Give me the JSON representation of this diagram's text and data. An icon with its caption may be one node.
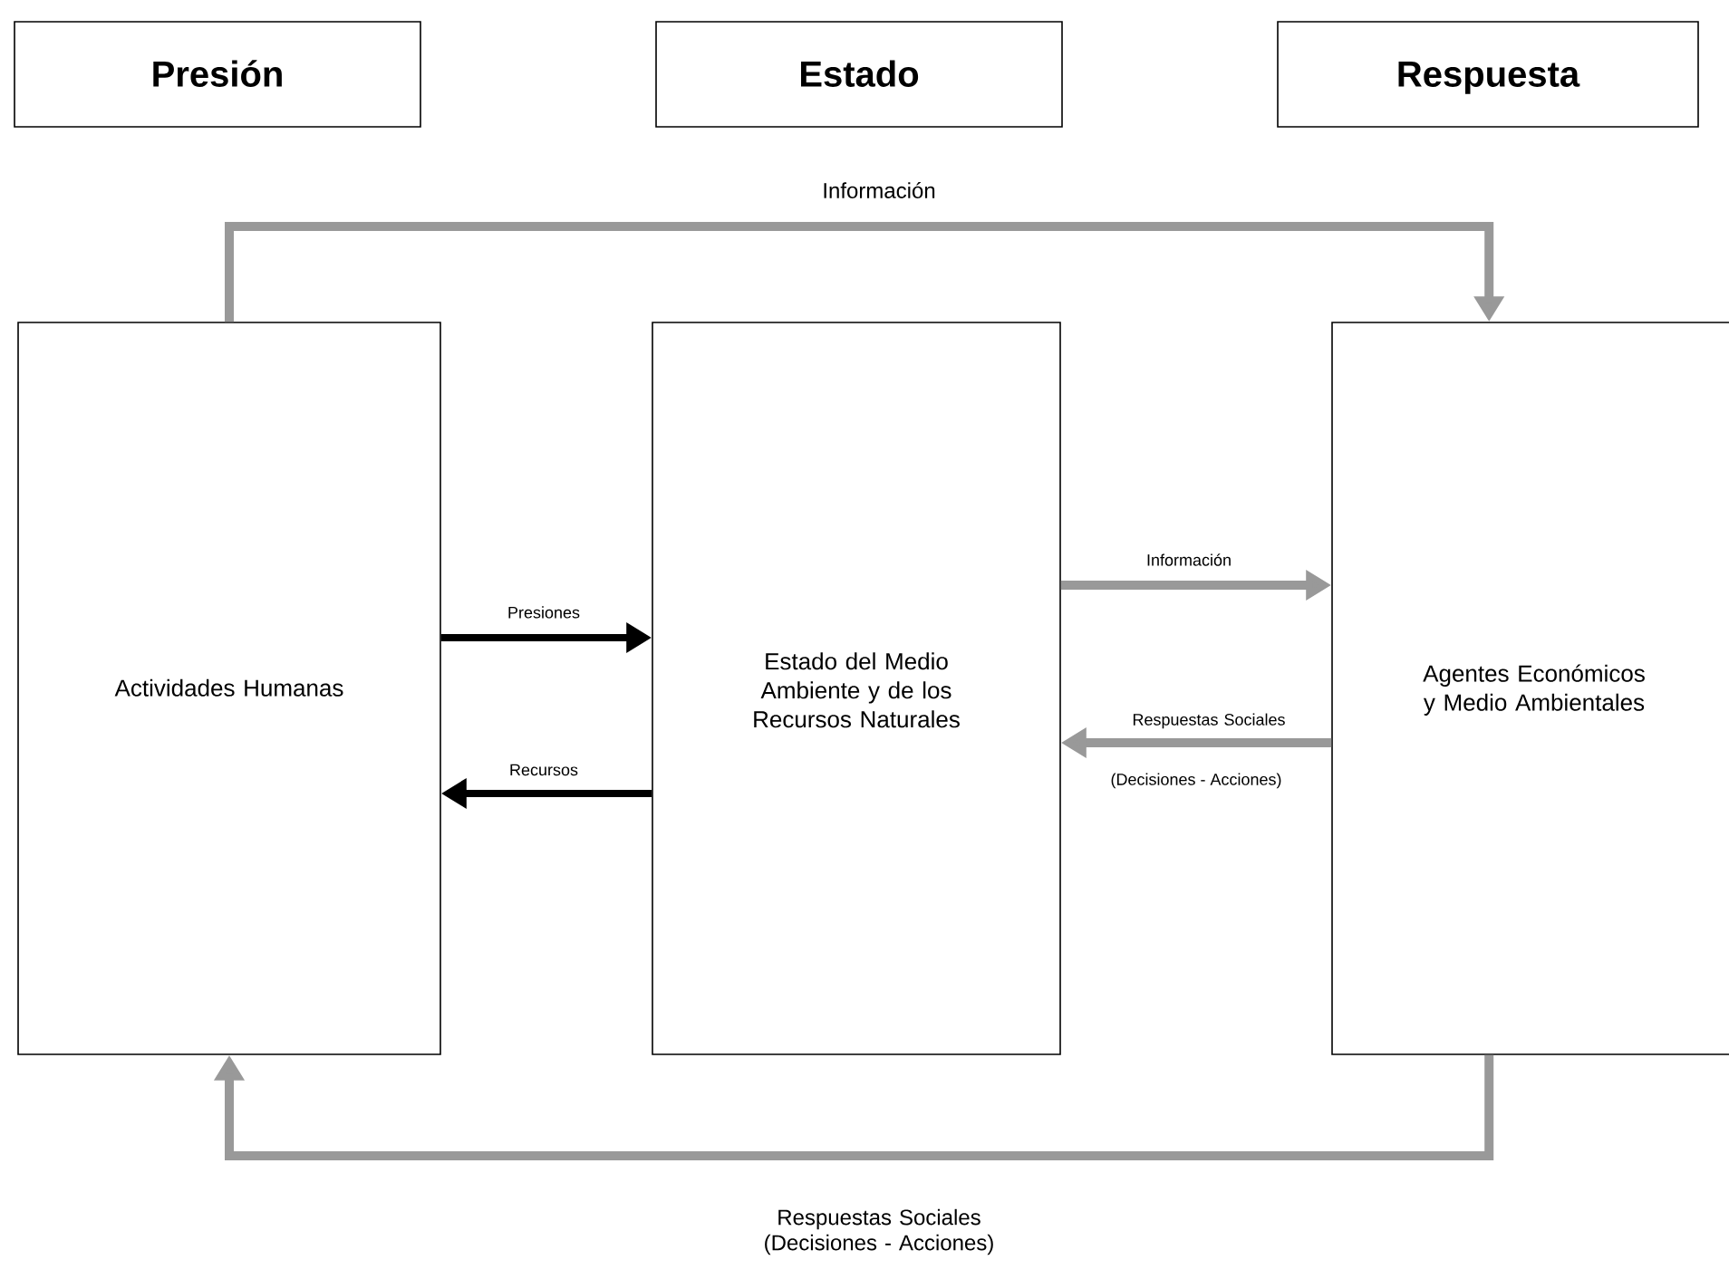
{
  "diagram": {
    "nodes": [
      {
        "text": [
          "Presión"
        ]
      },
      {
        "text": [
          "Estado"
        ]
      },
      {
        "text": [
          "Respuesta"
        ]
      },
      {
        "text": [
          "Actividades Humanas"
        ]
      },
      {
        "text": [
          "Estado del Medio Ambiente y de los Recursos Naturales"
        ]
      },
      {
        "text": [
          "Agentes Económicos y Medio Ambientales"
        ]
      }
    ],
    "edges": [
      {
        "from": 3,
        "to": 5,
        "arrow": "to",
        "label": "Información"
      },
      {
        "from": 3,
        "to": 4,
        "arrow": "to",
        "label": "Presiones",
        "color": "#000000"
      },
      {
        "from": 4,
        "to": 3,
        "arrow": "to",
        "label": "Recursos",
        "color": "#000000"
      },
      {
        "from": 4,
        "to": 5,
        "arrow": "to",
        "label": "Información"
      },
      {
        "from": 5,
        "to": 4,
        "arrow": "to",
        "label": "Respuestas Sociales"
      },
      {
        "from": 5,
        "to": 3,
        "arrow": "to",
        "label": "Respuestas Sociales (Decisiones - Acciones)"
      }
    ],
    "labels": [
      "(Decisiones - Acciones)"
    ]
  }
}
